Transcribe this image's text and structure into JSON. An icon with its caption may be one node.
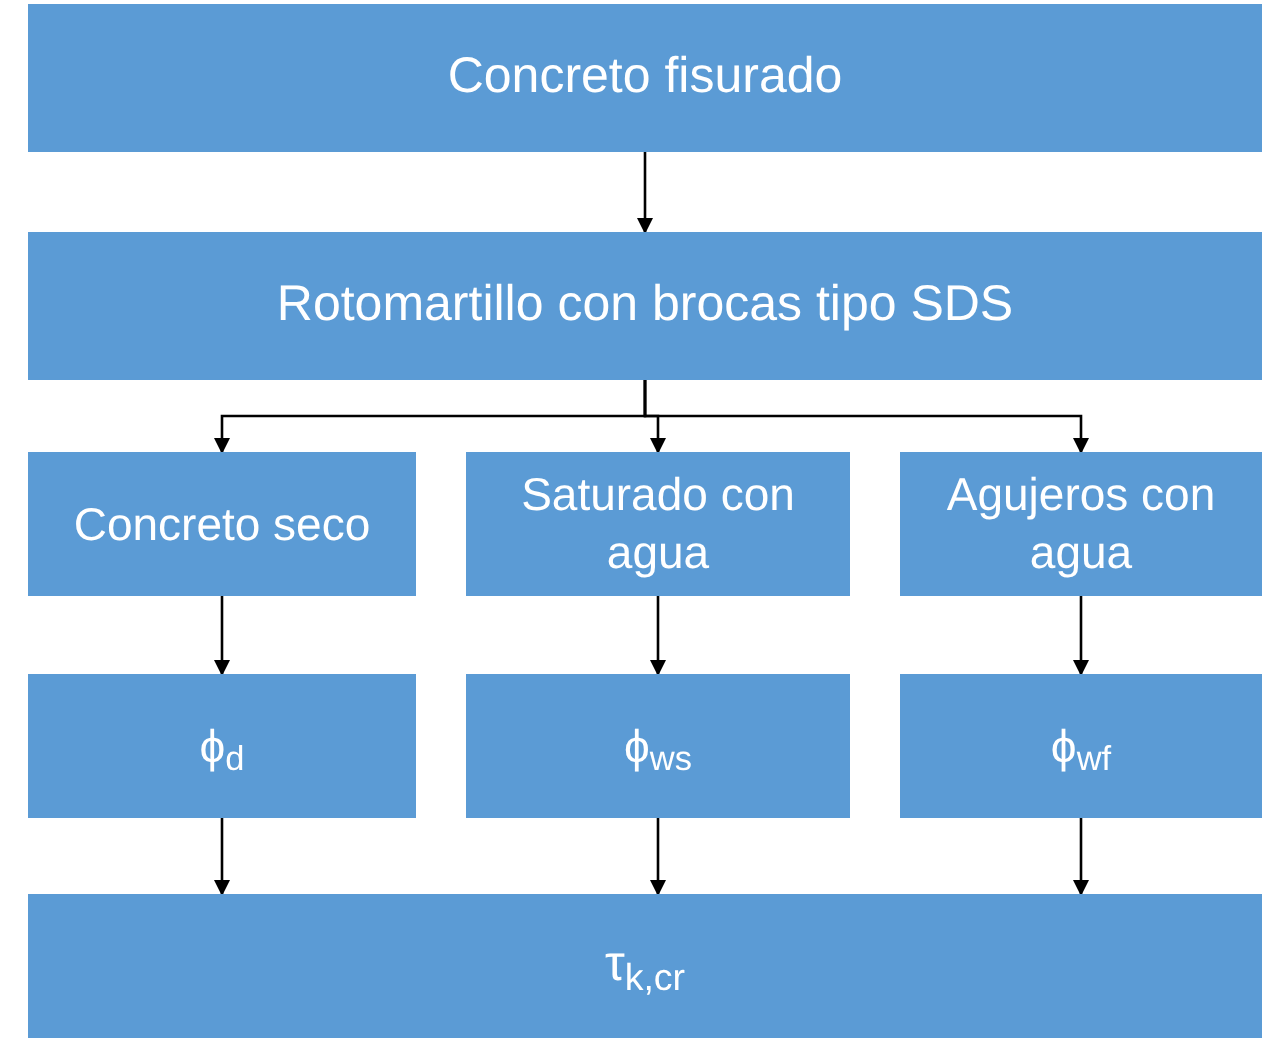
{
  "diagram": {
    "nodes": [
      {
        "text": [
          "Concreto fisurado"
        ]
      },
      {
        "text": [
          "Rotomartillo con brocas tipo SDS"
        ]
      },
      {
        "text": [
          "Concreto seco"
        ]
      },
      {
        "text": [
          "Saturado con agua"
        ]
      },
      {
        "text": [
          "Agujeros con agua"
        ]
      },
      {
        "text": [
          "ϕ$_{d}$"
        ]
      },
      {
        "text": [
          "ϕ$_{ws}$"
        ]
      },
      {
        "text": [
          "ϕ$_{wf}$"
        ]
      },
      {
        "text": [
          "τ$_{k,cr}$"
        ]
      }
    ],
    "edges": [
      {
        "from": 0,
        "to": 1,
        "arrow": "to"
      },
      {
        "from": 1,
        "to": 2,
        "arrow": "to"
      },
      {
        "from": 1,
        "to": 3,
        "arrow": "to"
      },
      {
        "from": 1,
        "to": 4,
        "arrow": "to"
      },
      {
        "from": 2,
        "to": 5,
        "arrow": "to"
      },
      {
        "from": 3,
        "to": 6,
        "arrow": "to"
      },
      {
        "from": 4,
        "to": 7,
        "arrow": "to"
      },
      {
        "from": 5,
        "to": 8,
        "arrow": "to"
      },
      {
        "from": 6,
        "to": 8,
        "arrow": "to"
      },
      {
        "from": 7,
        "to": 8,
        "arrow": "to"
      }
    ]
  }
}
